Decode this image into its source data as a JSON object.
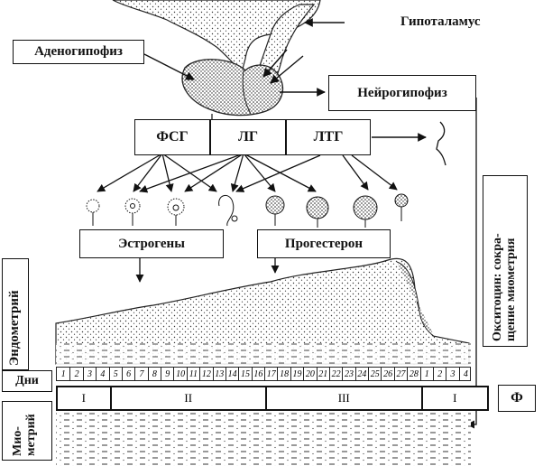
{
  "labels": {
    "hypothalamus": "Гипоталамус",
    "adenohypophysis": "Аденогипофиз",
    "neurohypophysis": "Нейрогипофиз",
    "estrogens": "Эстрогены",
    "progesterone": "Прогестерон",
    "endometrium": "Эндометрий",
    "days": "Дни",
    "myometrium_line1": "Мио-",
    "myometrium_line2": "метрий",
    "oxytocin_line1": "Окситоцин: сокра-",
    "oxytocin_line2": "щение миометрия",
    "phi": "Ф"
  },
  "hormones": [
    "ФСГ",
    "ЛГ",
    "ЛТГ"
  ],
  "days": [
    "1",
    "2",
    "3",
    "4",
    "5",
    "6",
    "7",
    "8",
    "9",
    "10",
    "11",
    "12",
    "13",
    "14",
    "15",
    "16",
    "17",
    "18",
    "19",
    "20",
    "21",
    "22",
    "23",
    "24",
    "25",
    "26",
    "27",
    "28",
    "1",
    "2",
    "3",
    "4"
  ],
  "phases": [
    {
      "label": "I",
      "span": 4
    },
    {
      "label": "II",
      "span": 12
    },
    {
      "label": "III",
      "span": 12
    },
    {
      "label": "I",
      "span": 4
    }
  ]
}
